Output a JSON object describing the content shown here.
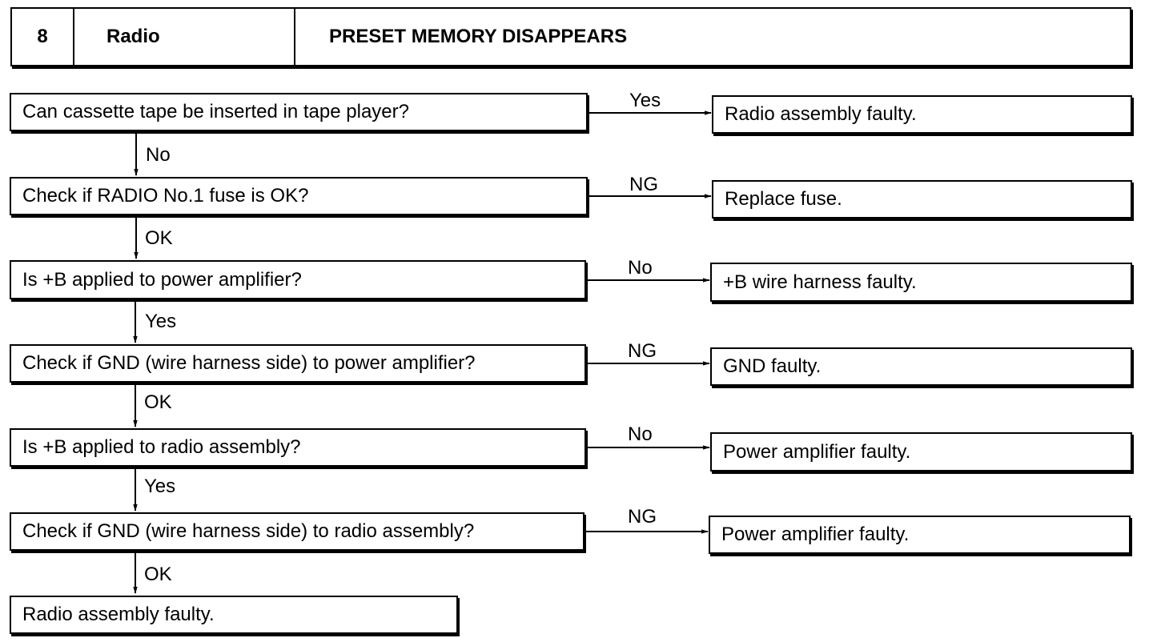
{
  "header": {
    "number": "8",
    "system": "Radio",
    "title": "PRESET MEMORY DISAPPEARS"
  },
  "steps": [
    {
      "question": "Can cassette tape be inserted in tape player?",
      "branch_label": "Yes",
      "result": "Radio assembly faulty.",
      "next_label": "No"
    },
    {
      "question": "Check if RADIO No.1 fuse is OK?",
      "branch_label": "NG",
      "result": "Replace fuse.",
      "next_label": "OK"
    },
    {
      "question": "Is +B applied to power amplifier?",
      "branch_label": "No",
      "result": "+B wire harness faulty.",
      "next_label": "Yes"
    },
    {
      "question": "Check if GND (wire harness side) to power amplifier?",
      "branch_label": "NG",
      "result": "GND faulty.",
      "next_label": "OK"
    },
    {
      "question": "Is +B applied to radio assembly?",
      "branch_label": "No",
      "result": "Power amplifier faulty.",
      "next_label": "Yes"
    },
    {
      "question": "Check if GND (wire harness side) to radio assembly?",
      "branch_label": "NG",
      "result": "Power amplifier faulty.",
      "next_label": "OK"
    }
  ],
  "final_result": "Radio assembly faulty."
}
